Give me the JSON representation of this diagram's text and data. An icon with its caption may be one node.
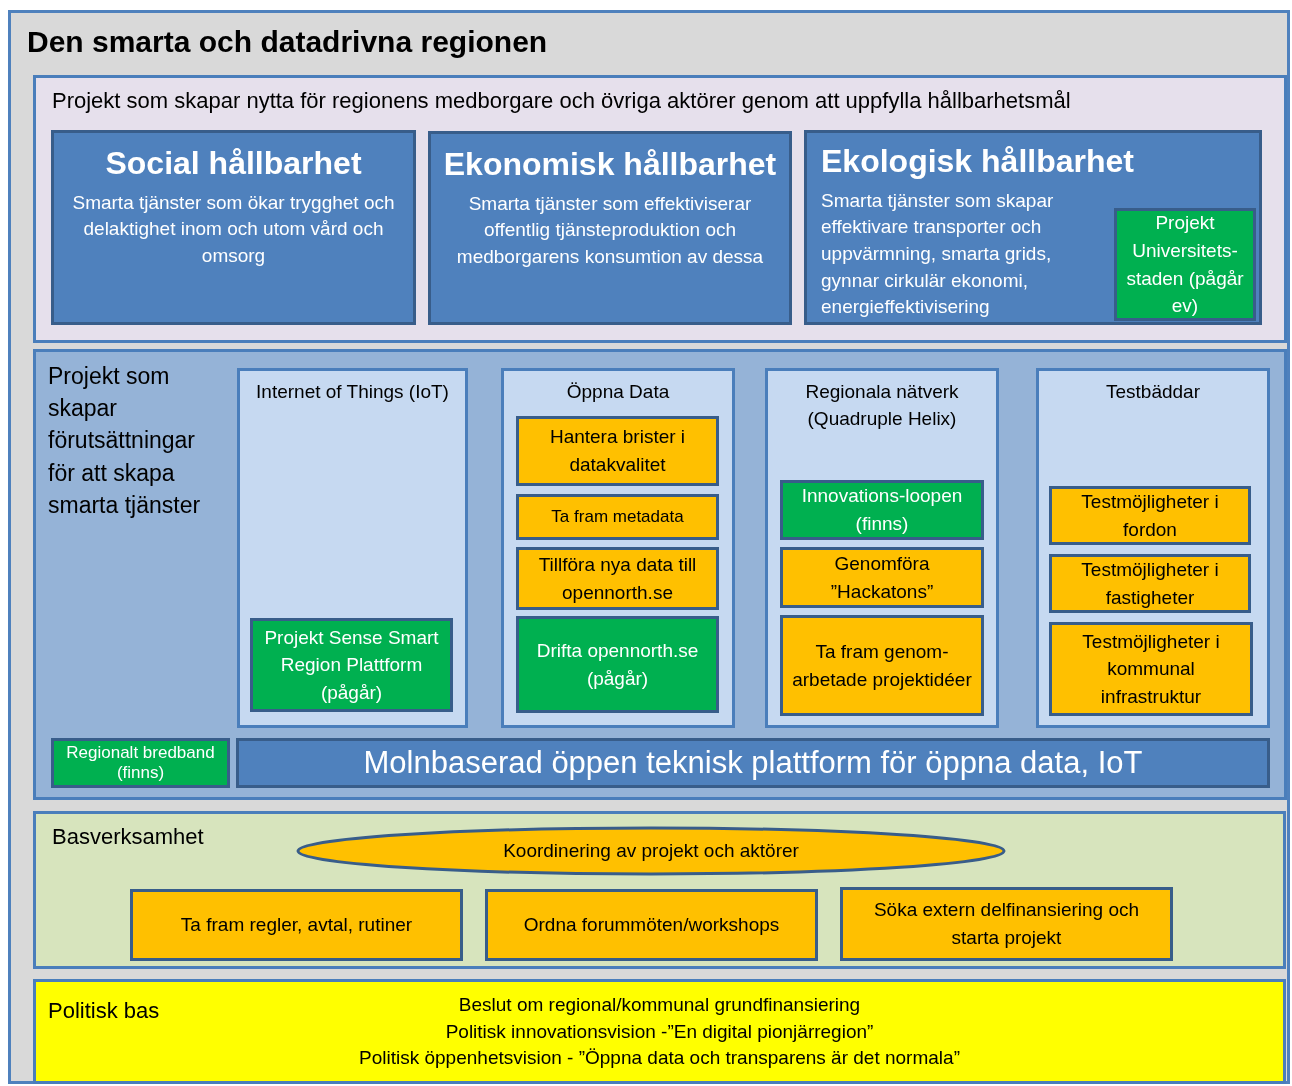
{
  "diagram": {
    "nodes": [
      {
        "text": [
          "Den smarta och datadrivna regionen"
        ]
      },
      {
        "text": [
          "Projekt som skapar nytta för regionens medborgare och övriga aktörer  genom att uppfylla hållbarhetsmål"
        ],
        "in": 0
      },
      {
        "text": [
          "Social hållbarhet",
          "Smarta tjänster som ökar trygghet och delaktighet inom och utom vård och omsorg"
        ],
        "in": 1
      },
      {
        "text": [
          "Ekonomisk hållbarhet",
          "Smarta tjänster som effektiviserar offentlig tjänsteproduktion och medborgarens konsumtion av dessa"
        ],
        "in": 1
      },
      {
        "text": [
          "Ekologisk hållbarhet",
          "Smarta tjänster som skapar effektivare transporter och uppvärmning, smarta grids, gynnar cirkulär ekonomi, energieffektivisering"
        ],
        "in": 1
      },
      {
        "text": [
          "Projekt Universitets-staden (pågår ev)"
        ],
        "in": 4
      },
      {
        "text": [
          "Projekt som skapar förutsättningar för att skapa smarta tjänster"
        ],
        "in": 0
      },
      {
        "text": [
          "Internet of Things (IoT)"
        ],
        "in": 6
      },
      {
        "text": [
          "Projekt Sense Smart Region Plattform (pågår)"
        ],
        "in": 7
      },
      {
        "text": [
          "Öppna Data"
        ],
        "in": 6
      },
      {
        "text": [
          "Hantera brister i datakvalitet"
        ],
        "in": 9
      },
      {
        "text": [
          "Ta fram metadata"
        ],
        "in": 9
      },
      {
        "text": [
          "Tillföra nya data till opennorth.se"
        ],
        "in": 9
      },
      {
        "text": [
          "Drifta opennorth.se (pågår)"
        ],
        "in": 9
      },
      {
        "text": [
          "Regionala nätverk (Quadruple Helix)"
        ],
        "in": 6
      },
      {
        "text": [
          "Innovations-loopen (finns)"
        ],
        "in": 14
      },
      {
        "text": [
          "Genomföra ”Hackatons”"
        ],
        "in": 14
      },
      {
        "text": [
          "Ta fram genom-arbetade projektidéer"
        ],
        "in": 14
      },
      {
        "text": [
          "Testbäddar"
        ],
        "in": 6
      },
      {
        "text": [
          "Testmöjligheter i fordon"
        ],
        "in": 18
      },
      {
        "text": [
          "Testmöjligheter i fastigheter"
        ],
        "in": 18
      },
      {
        "text": [
          "Testmöjligheter i kommunal infrastruktur"
        ],
        "in": 18
      },
      {
        "text": [
          "Regionalt bredband (finns)"
        ],
        "in": 6
      },
      {
        "text": [
          "Molnbaserad öppen teknisk plattform för öppna data, IoT"
        ],
        "in": 6
      },
      {
        "text": [
          "Basverksamhet"
        ],
        "in": 0
      },
      {
        "text": [
          "Koordinering av projekt och aktörer"
        ],
        "in": 24
      },
      {
        "text": [
          "Ta fram regler, avtal, rutiner"
        ],
        "in": 24
      },
      {
        "text": [
          "Ordna forummöten/workshops"
        ],
        "in": 24
      },
      {
        "text": [
          "Söka extern delfinansiering och starta projekt"
        ],
        "in": 24
      },
      {
        "text": [
          "Politisk bas",
          "Beslut om regional/kommunal grundfinansiering",
          "Politisk innovationsvision  -”En digital pionjärregion”",
          "Politisk öppenhetsvision - ”Öppna data och transparens är det normala”"
        ],
        "in": 0
      }
    ]
  }
}
